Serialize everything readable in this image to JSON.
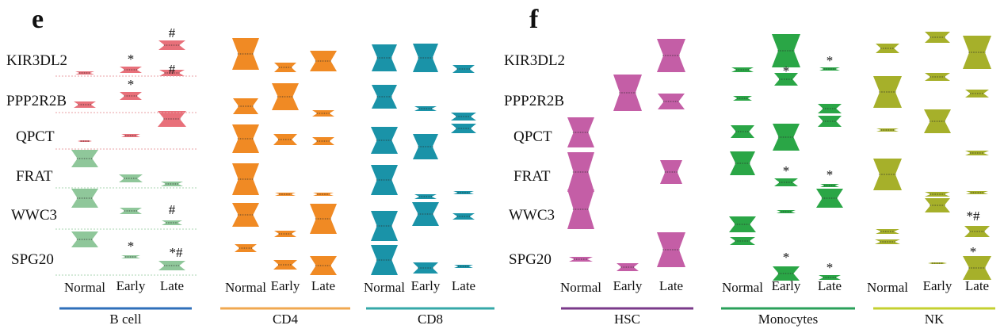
{
  "chart_data": {
    "type": "violin",
    "panels": [
      "e",
      "f"
    ],
    "genes": [
      "KIR3DL2",
      "PPP2R2B",
      "QPCT",
      "FRAT",
      "WWC3",
      "SPG20"
    ],
    "stages": [
      "Normal",
      "Early",
      "Late"
    ],
    "cell_types": [
      {
        "name": "B cell",
        "panel": "e",
        "color": "#e8707a",
        "color_alt": "#8fc79a",
        "bar_color": "#2f6fba"
      },
      {
        "name": "CD4",
        "panel": "e",
        "color": "#f08a24",
        "bar_color": "#f0a850"
      },
      {
        "name": "CD8",
        "panel": "e",
        "color": "#1a93a8",
        "bar_color": "#35a8a8"
      },
      {
        "name": "HSC",
        "panel": "f",
        "color": "#c45ea6",
        "bar_color": "#7a3a8a"
      },
      {
        "name": "Monocytes",
        "panel": "f",
        "color": "#2aa646",
        "bar_color": "#2aa05a"
      },
      {
        "name": "NK",
        "panel": "f",
        "color": "#a6b02a",
        "bar_color": "#c4d030"
      }
    ],
    "significance_marks": [
      {
        "cell_type": "B cell",
        "gene": "KIR3DL2",
        "stage": "Early",
        "mark": "*"
      },
      {
        "cell_type": "B cell",
        "gene": "KIR3DL2",
        "stage": "Late",
        "mark": "#"
      },
      {
        "cell_type": "B cell",
        "gene": "KIR3DL2",
        "stage": "Late",
        "mark": "#"
      },
      {
        "cell_type": "B cell",
        "gene": "PPP2R2B",
        "stage": "Early",
        "mark": "*"
      },
      {
        "cell_type": "B cell",
        "gene": "WWC3",
        "stage": "Late",
        "mark": "#"
      },
      {
        "cell_type": "B cell",
        "gene": "SPG20",
        "stage": "Early",
        "mark": "*"
      },
      {
        "cell_type": "B cell",
        "gene": "SPG20",
        "stage": "Late",
        "mark": "*#"
      },
      {
        "cell_type": "Monocytes",
        "gene": "KIR3DL2",
        "stage": "Early",
        "mark": "*"
      },
      {
        "cell_type": "Monocytes",
        "gene": "KIR3DL2",
        "stage": "Late",
        "mark": "*"
      },
      {
        "cell_type": "Monocytes",
        "gene": "FRAT",
        "stage": "Early",
        "mark": "*"
      },
      {
        "cell_type": "Monocytes",
        "gene": "FRAT",
        "stage": "Late",
        "mark": "*"
      },
      {
        "cell_type": "Monocytes",
        "gene": "SPG20",
        "stage": "Early",
        "mark": "*"
      },
      {
        "cell_type": "Monocytes",
        "gene": "SPG20",
        "stage": "Late",
        "mark": "*"
      },
      {
        "cell_type": "NK",
        "gene": "WWC3",
        "stage": "Late",
        "mark": "*#"
      },
      {
        "cell_type": "NK",
        "gene": "SPG20",
        "stage": "Late",
        "mark": "*"
      }
    ]
  }
}
